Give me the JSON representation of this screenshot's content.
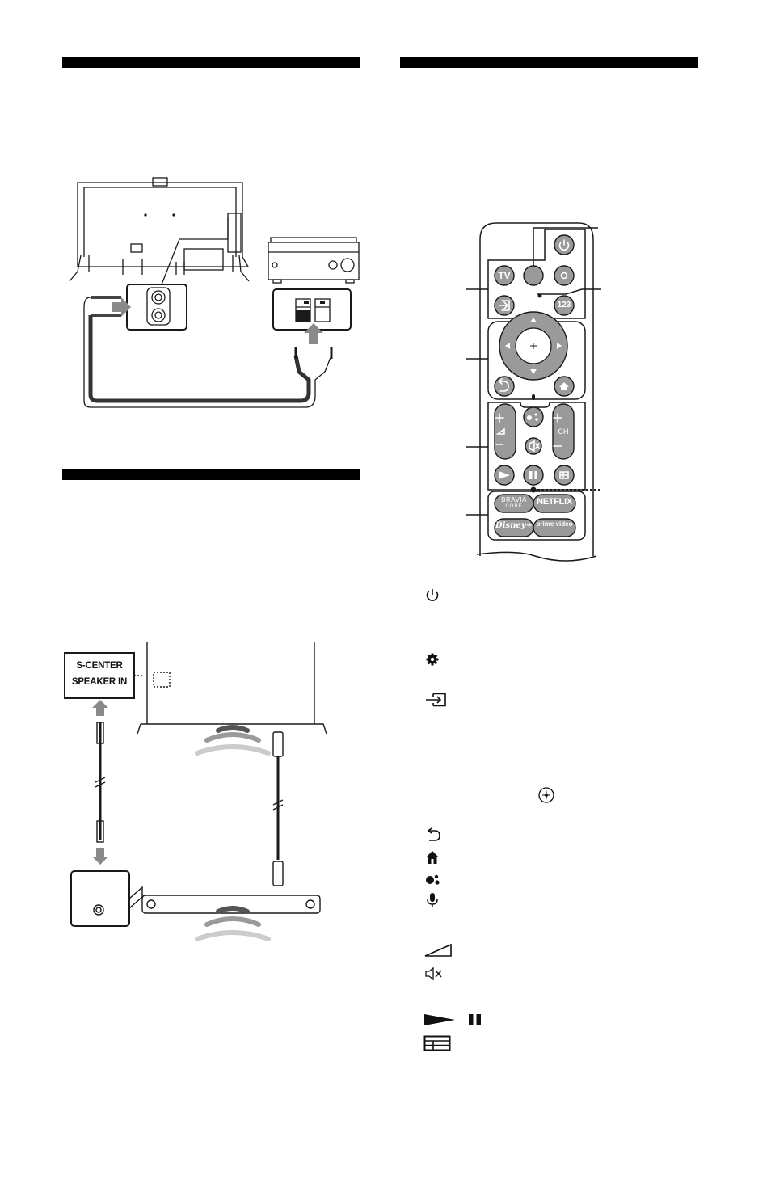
{
  "diagrams": {
    "tv_to_amplifier": {
      "connectors": [
        "tv-speaker-terminal",
        "amplifier-speaker-terminal",
        "speaker-cable"
      ]
    },
    "s_center": {
      "label_line1": "S-CENTER",
      "label_line2": "SPEAKER IN",
      "connectors": [
        "audio-cable-3.5mm",
        "hdmi-cable",
        "soundbar"
      ]
    }
  },
  "remote": {
    "buttons": {
      "tv": "TV",
      "num": "123",
      "ch": "CH",
      "bravia_line1": "BRAVIA",
      "bravia_line2": "CORE",
      "netflix": "NETFLIX",
      "disney": "Disney+",
      "prime_line1": "prime video"
    }
  },
  "legend": {
    "icons": [
      "power-icon",
      "settings-gear-icon",
      "input-icon",
      "dpad-enter-icon",
      "back-icon",
      "home-icon",
      "google-assistant-icon",
      "microphone-icon",
      "volume-icon",
      "mute-icon",
      "play-icon",
      "pause-icon",
      "guide-icon"
    ]
  },
  "colors": {
    "header_bar": "#000000",
    "illustration_line": "#1a1a1a",
    "sound_wave": "#bdbdbd"
  }
}
